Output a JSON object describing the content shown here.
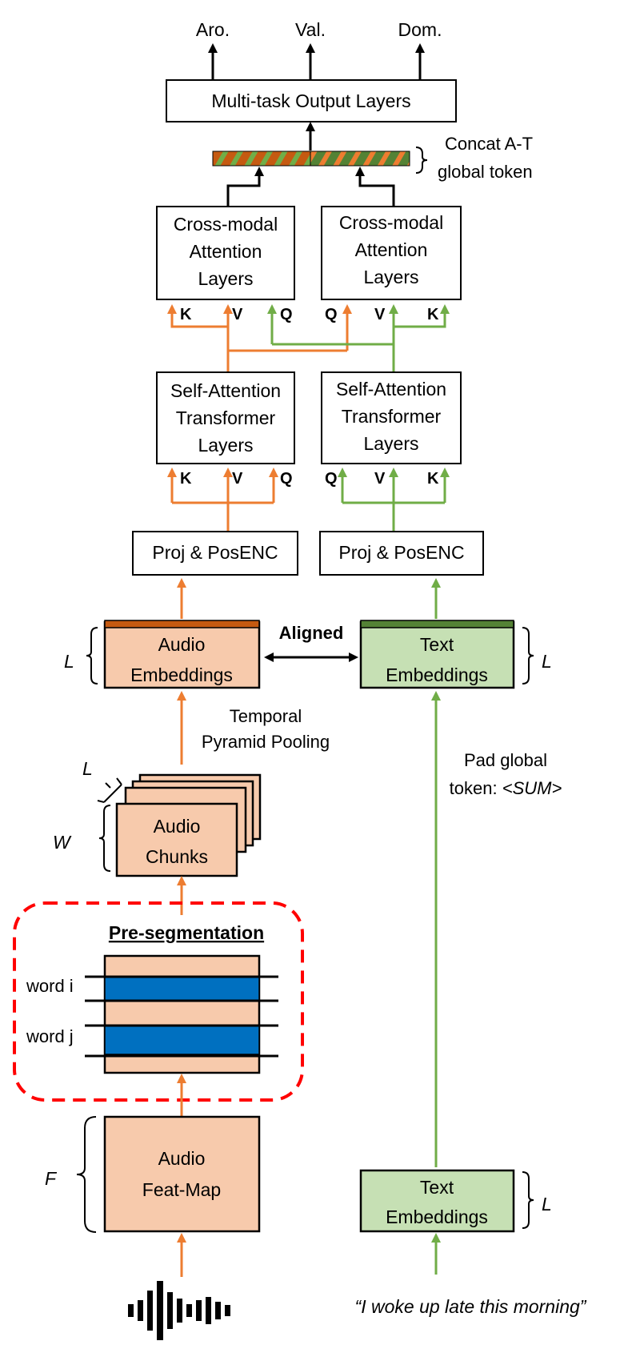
{
  "outputs": {
    "arousal": "Aro.",
    "valence": "Val.",
    "dominance": "Dom."
  },
  "multitask": {
    "label": "Multi-task Output Layers"
  },
  "concat": {
    "line1": "Concat A-T",
    "line2": "global token"
  },
  "cross_modal_audio": {
    "line1": "Cross-modal",
    "line2": "Attention",
    "line3": "Layers",
    "k": "K",
    "v": "V",
    "q": "Q"
  },
  "cross_modal_text": {
    "line1": "Cross-modal",
    "line2": "Attention",
    "line3": "Layers",
    "q": "Q",
    "v": "V",
    "k": "K"
  },
  "self_attn_audio": {
    "line1": "Self-Attention",
    "line2": "Transformer",
    "line3": "Layers",
    "k": "K",
    "v": "V",
    "q": "Q"
  },
  "self_attn_text": {
    "line1": "Self-Attention",
    "line2": "Transformer",
    "line3": "Layers",
    "q": "Q",
    "v": "V",
    "k": "K"
  },
  "proj_audio": {
    "label": "Proj & PosENC"
  },
  "proj_text": {
    "label": "Proj & PosENC"
  },
  "audio_embeddings": {
    "line1": "Audio",
    "line2": "Embeddings",
    "dim": "L"
  },
  "aligned": {
    "label": "Aligned"
  },
  "text_embeddings_top": {
    "line1": "Text",
    "line2": "Embeddings",
    "dim": "L"
  },
  "pooling": {
    "line1": "Temporal",
    "line2": "Pyramid Pooling"
  },
  "pad": {
    "line1": "Pad global",
    "line2": "token: ",
    "token": "<SUM>"
  },
  "audio_chunks": {
    "line1": "Audio",
    "line2": "Chunks",
    "dim_l": "L",
    "dim_w": "W"
  },
  "presegmentation": {
    "title": "Pre-segmentation",
    "word_i": "word i",
    "word_j": "word j"
  },
  "audio_featmap": {
    "line1": "Audio",
    "line2": "Feat-Map",
    "dim": "F"
  },
  "text_embeddings_bottom": {
    "line1": "Text",
    "line2": "Embeddings",
    "dim": "L"
  },
  "sentence": {
    "text": "“I woke up late this morning”"
  },
  "icons": {
    "audio": "waveform-icon"
  },
  "colors": {
    "audio_line": "#ed7d31",
    "text_line": "#70ad47",
    "audio_fill": "#f7caac",
    "text_fill": "#c6e0b4",
    "audio_bar": "#c55a11",
    "text_bar": "#548235",
    "word_fill": "#0070c0",
    "dashed_border": "#ff0000"
  }
}
